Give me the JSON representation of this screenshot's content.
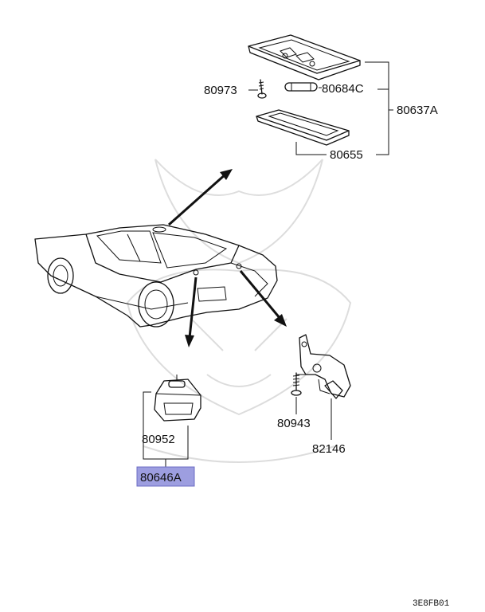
{
  "parts": {
    "p80973": "80973",
    "p80684C": "80684C",
    "p80637A": "80637A",
    "p80655": "80655",
    "p80952": "80952",
    "p80646A": "80646A",
    "p80943": "80943",
    "p82146": "82146"
  },
  "diagram_code": "3E8FB01",
  "colors": {
    "highlight": "#9d9ee0",
    "line": "#111111"
  }
}
